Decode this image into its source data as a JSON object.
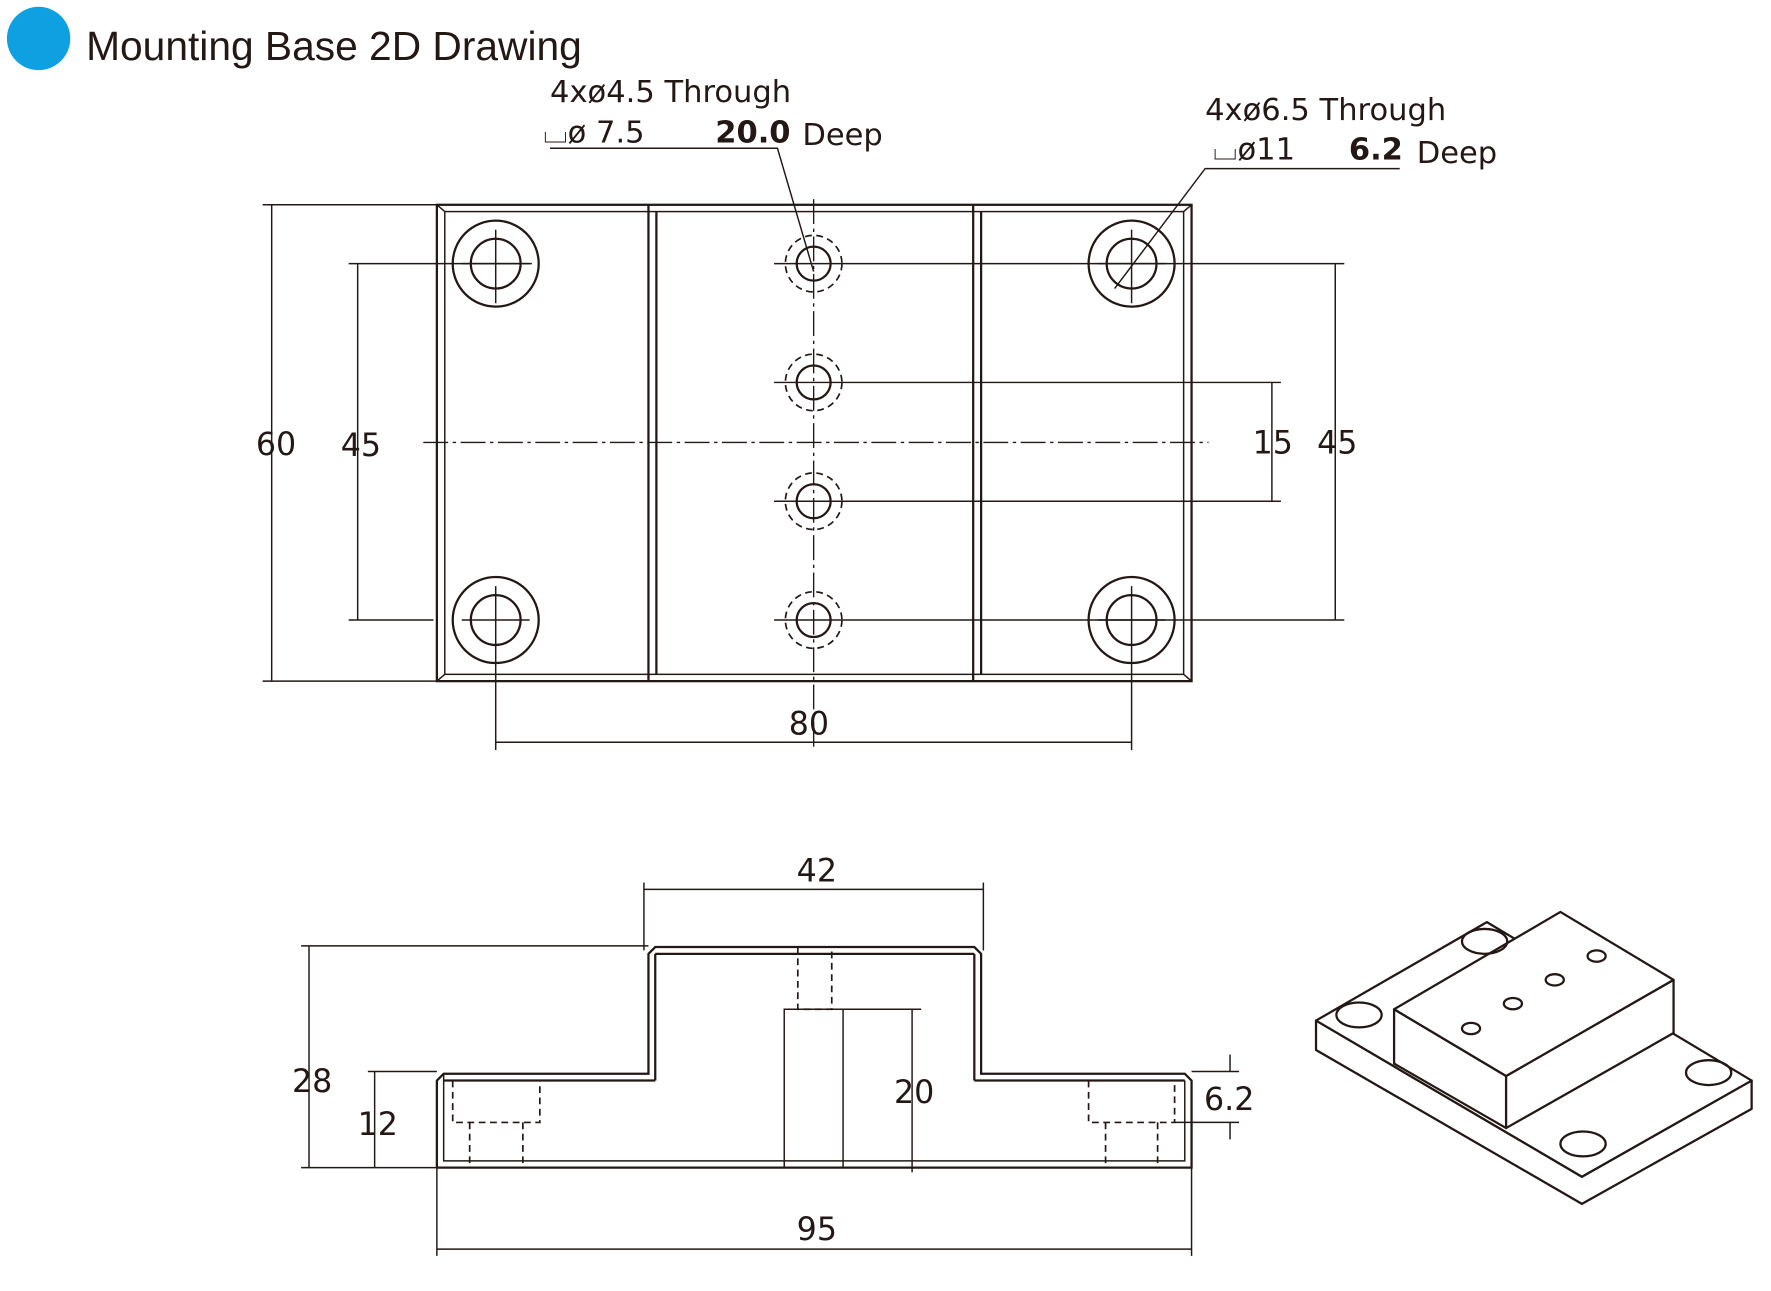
{
  "title": "Mounting Base 2D Drawing",
  "colors": {
    "accent": "#0ea0e0",
    "line": "#231815"
  },
  "notes": {
    "small_holes": {
      "line1": "4xø4.5 Through",
      "line2_dia": "⌴ø 7.5",
      "line2_depth": "20.0",
      "line2_suffix": "Deep"
    },
    "large_holes": {
      "line1": "4xø6.5 Through",
      "line2_dia": "⌴ø11",
      "line2_depth": "6.2",
      "line2_suffix": "Deep"
    }
  },
  "top_view": {
    "width": "60",
    "hole_span_left": "45",
    "hole_span_right": "45",
    "center_pitch": "15",
    "length_span": "80"
  },
  "side_view": {
    "top_width": "42",
    "height": "28",
    "base_height": "12",
    "counterbore_depth": "20",
    "cb_depth": "6.2",
    "length": "95"
  }
}
